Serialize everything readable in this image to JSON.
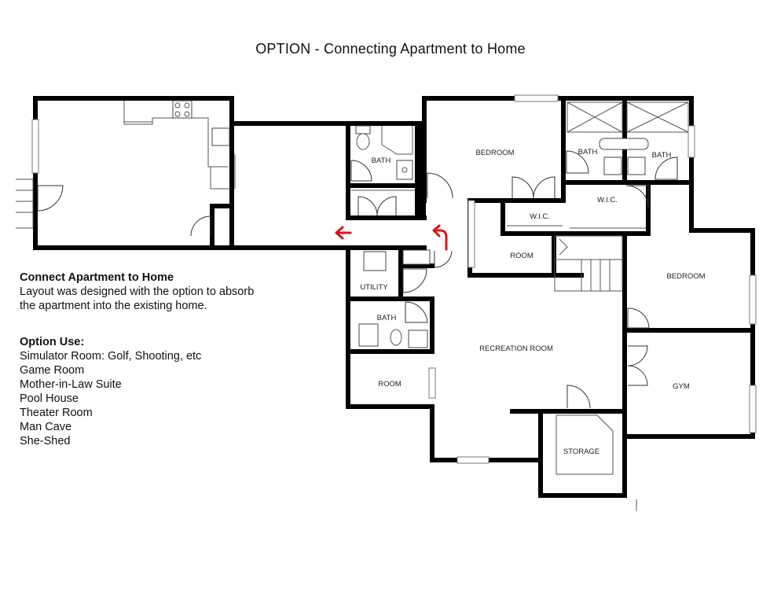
{
  "title": "OPTION - Connecting Apartment to Home",
  "notes": {
    "heading1": "Connect Apartment to Home",
    "line1": "Layout was designed with the option to absorb",
    "line2": "the apartment into the existing home.",
    "heading2": "Option Use:",
    "uses": [
      "Simulator Room: Golf, Shooting, etc",
      "Game Room",
      "Mother-in-Law Suite",
      "Pool House",
      "Theater Room",
      "Man Cave",
      "She-Shed"
    ]
  },
  "rooms": {
    "bath_top": "BATH",
    "bedroom_top": "BEDROOM",
    "bath_right1": "BATH",
    "bath_right2": "BATH",
    "wic1": "W.I.C.",
    "wic2": "W.I.C.",
    "room_mid": "ROOM",
    "bedroom_right": "BEDROOM",
    "utility": "UTILITY",
    "bath_lower": "BATH",
    "recreation": "RECREATION ROOM",
    "room_lower": "ROOM",
    "gym": "GYM",
    "storage": "STORAGE"
  },
  "colors": {
    "arrow": "#e0121a",
    "wall": "#000000"
  }
}
